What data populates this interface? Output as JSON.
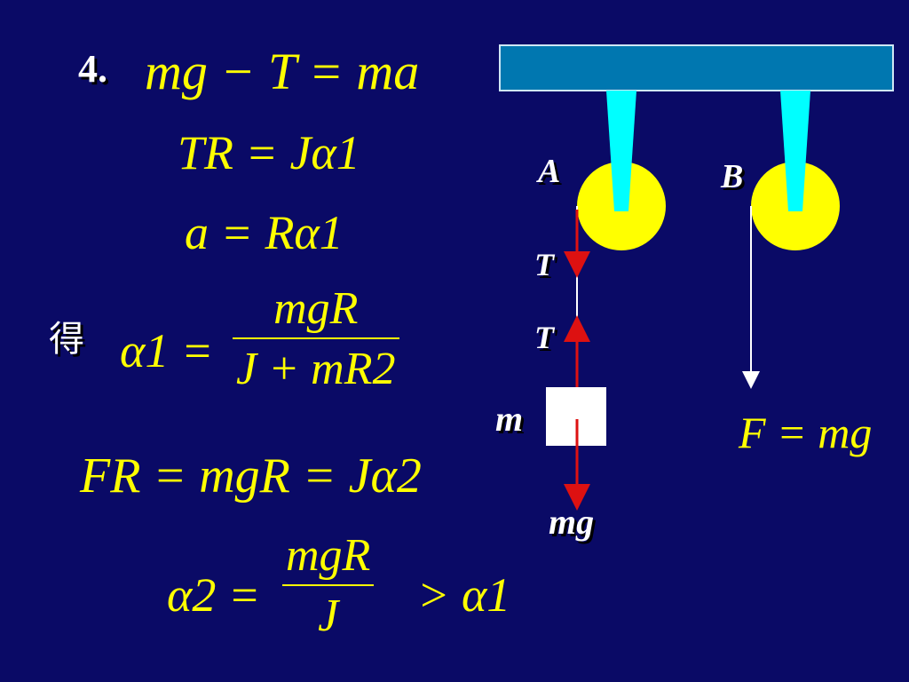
{
  "problem": {
    "number": "4."
  },
  "equations": {
    "eq1": "mg − T = ma",
    "eq2": "TR = Jα1",
    "eq3": "a = Rα1",
    "result_word": "得",
    "eq4_lhs": "α1 =",
    "eq4_num": "mgR",
    "eq4_den": "J + mR2",
    "eq5": "FR = mgR = Jα2",
    "eq6_lhs": "α2 =",
    "eq6_num": "mgR",
    "eq6_den": "J",
    "eq6_rhs": "> α1"
  },
  "diagram": {
    "pulley_a_label": "A",
    "pulley_b_label": "B",
    "tension_upper_label": "T",
    "tension_lower_label": "T",
    "mass_label": "m",
    "weight_label": "mg",
    "force_label": "F = mg",
    "colors": {
      "background": "#0a0a66",
      "ceiling": "#0077b0",
      "pulley": "#ffff00",
      "support": "#00ffff",
      "arrow": "#dd1111",
      "equation_text": "#ffff00",
      "label_text": "#ffffff"
    }
  }
}
